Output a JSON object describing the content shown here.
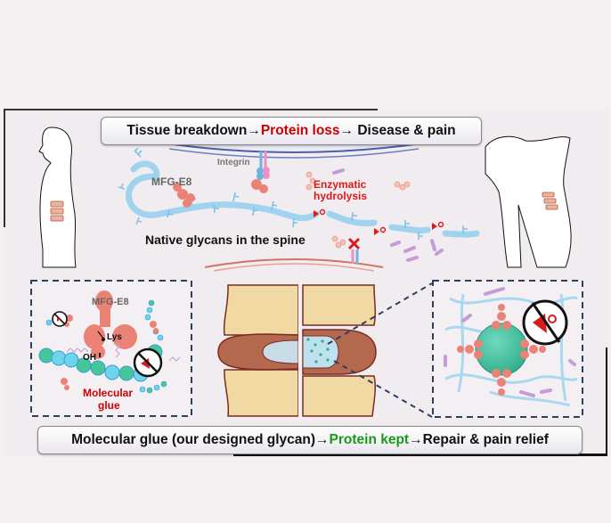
{
  "top_banner": {
    "part1": "Tissue breakdown→ ",
    "part2": "Protein loss",
    "part3": " → Disease & pain"
  },
  "bottom_banner": {
    "part1": "Molecular glue (our designed glycan)→ ",
    "part2": "Protein kept",
    "part3": " →Repair & pain relief"
  },
  "labels": {
    "integrin": "Integrin",
    "mfg_e8_top": "MFG-E8",
    "enzymatic": "Enzymatic",
    "hydrolysis": "hydrolysis",
    "native_glycans": "Native glycans in the spine",
    "mfg_e8_inset": "MFG-E8",
    "lys": "Lys",
    "oh": "OH",
    "molecular": "Molecular",
    "glue": "glue"
  },
  "colors": {
    "background": "#f4eff1",
    "highlight_red": "#cc0000",
    "highlight_green": "#1a9a1a",
    "glycan_blue": "#8fcbeb",
    "protein_salmon": "#ea8276",
    "inset_border": "#2b3f62",
    "vertebra": "#f0d9a2",
    "disc_brown": "#b4684e"
  },
  "icons": {
    "healthy_person": "standing-person-silhouette",
    "pain_person": "bent-over-person-silhouette",
    "scissors": "scissors-enzyme",
    "no_scissors": "prohibited-scissors",
    "cross": "red-x-mark"
  }
}
